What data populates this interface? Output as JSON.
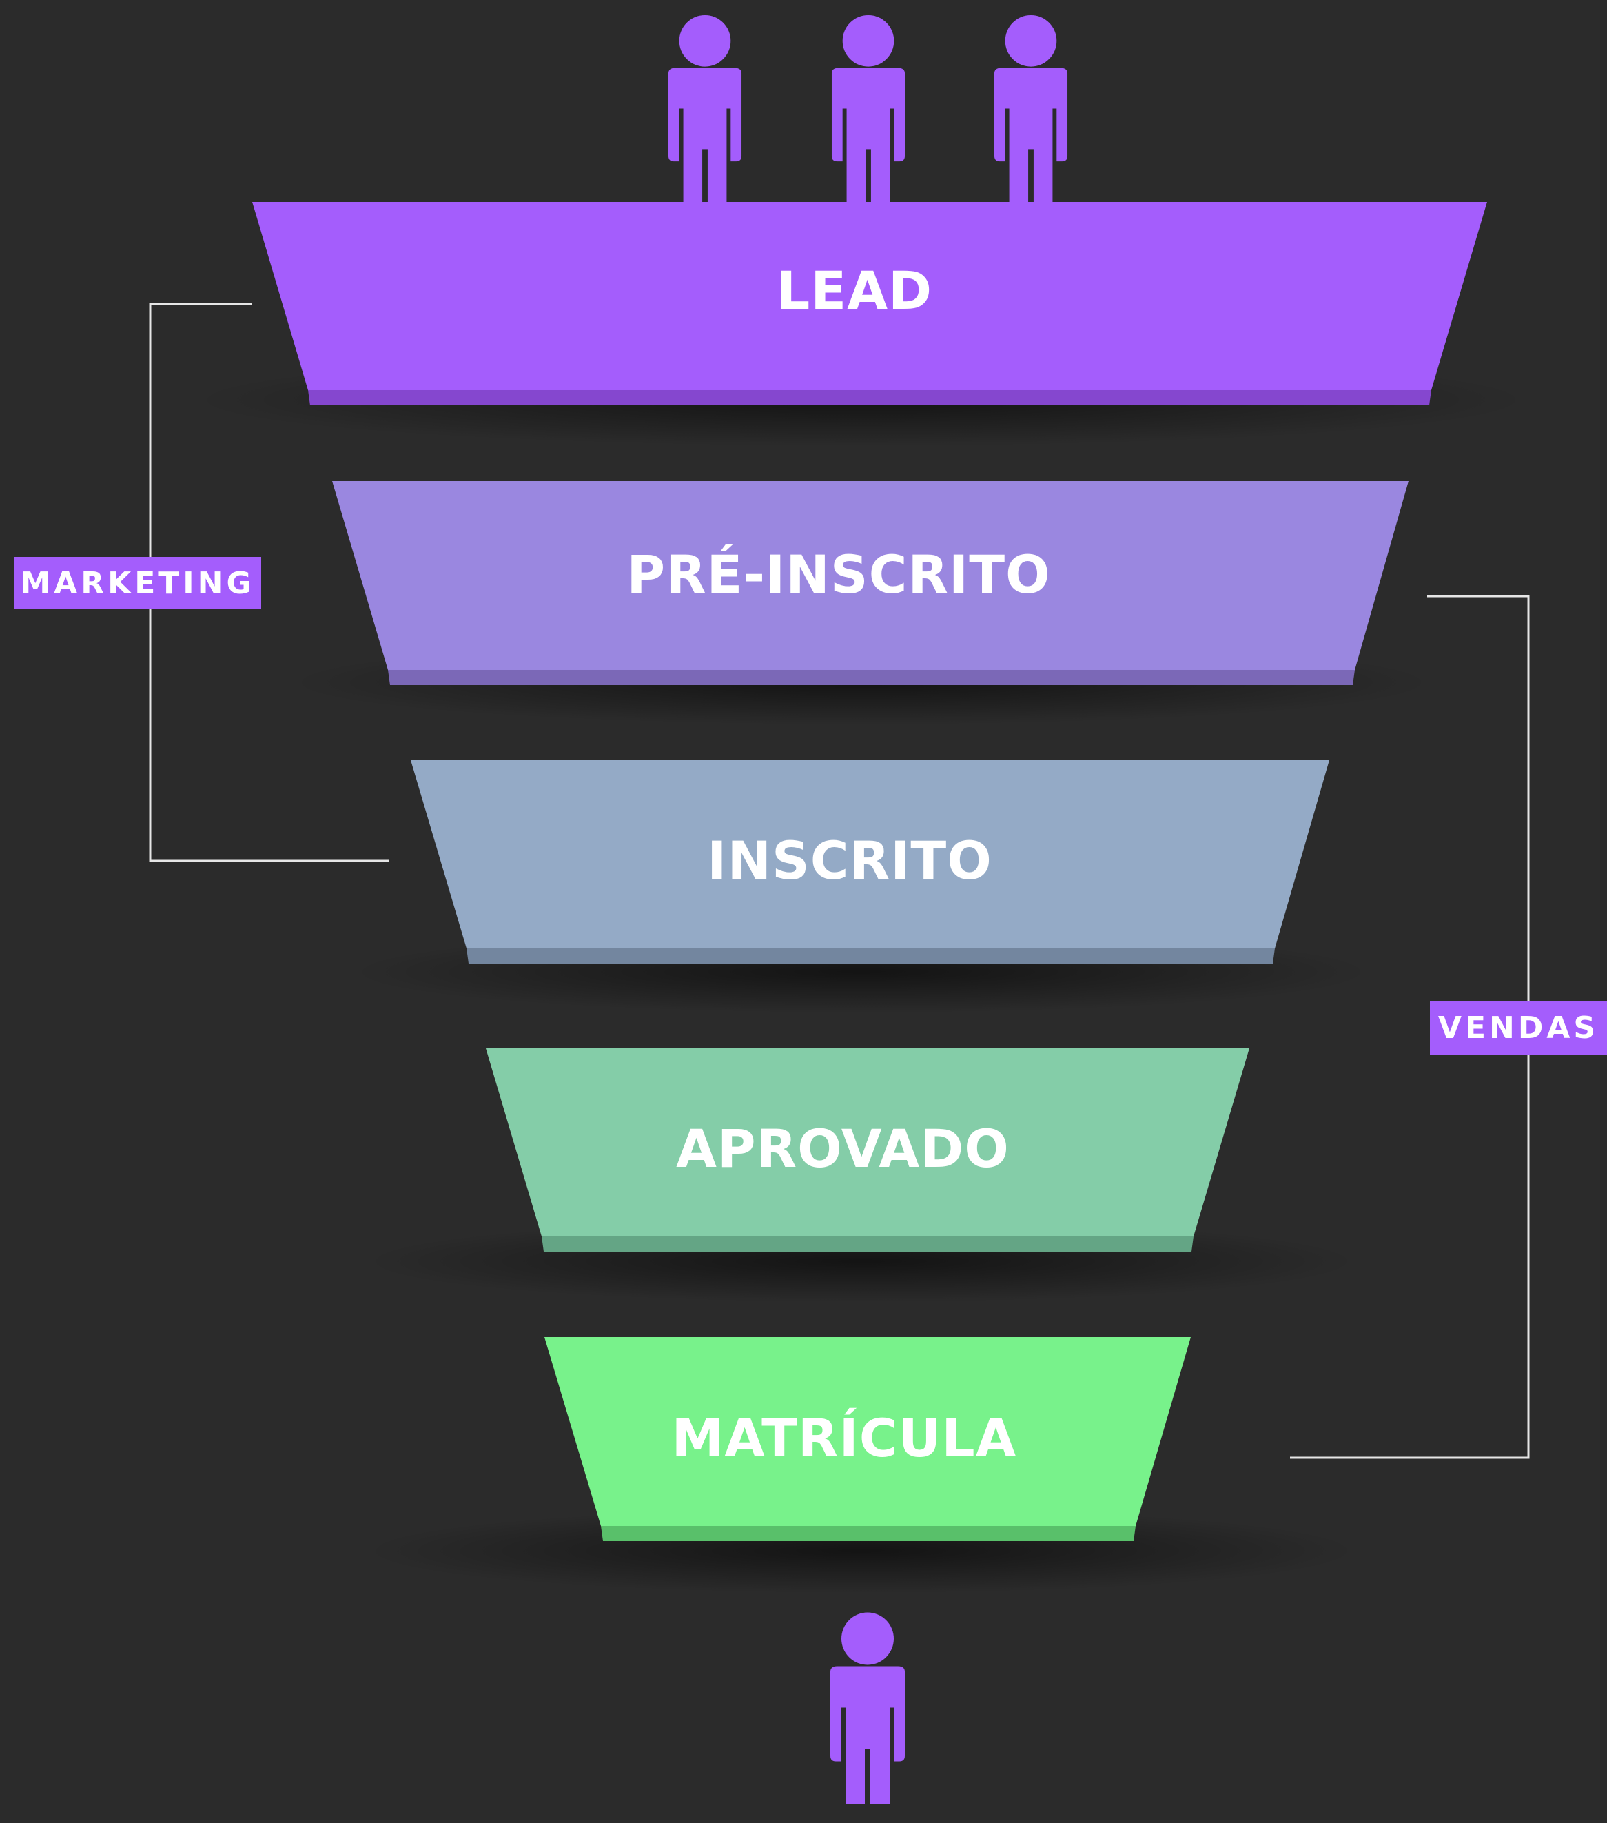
{
  "colors": {
    "background": "#2b2b2b",
    "accent": "#a45dfc",
    "bracket_line": "#e6e6e6"
  },
  "stages": [
    {
      "label": "LEAD",
      "color": "#a45dfc",
      "edge": "#8547cf"
    },
    {
      "label": "PRÉ-INSCRITO",
      "color": "#9a87e0",
      "edge": "#7b68b7"
    },
    {
      "label": "INSCRITO",
      "color": "#94aac6",
      "edge": "#73869f"
    },
    {
      "label": "APROVADO",
      "color": "#84cda8",
      "edge": "#64a585"
    },
    {
      "label": "MATRÍCULA",
      "color": "#78f28b",
      "edge": "#59c06a"
    }
  ],
  "groups": {
    "marketing": "MARKETING",
    "vendas": "VENDAS"
  },
  "icons": {
    "top": [
      "person-icon",
      "person-icon",
      "person-icon"
    ],
    "bottom": "person-icon"
  }
}
